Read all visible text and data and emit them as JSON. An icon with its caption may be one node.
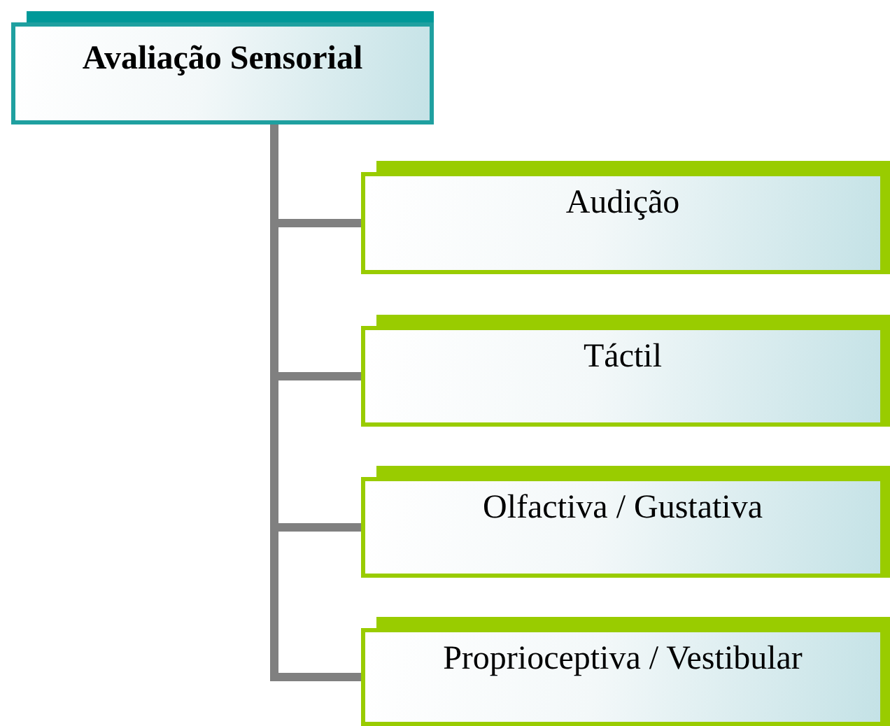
{
  "diagram": {
    "nodes": [
      {
        "text": [
          "Avaliação Sensorial"
        ]
      },
      {
        "text": [
          "Audição"
        ]
      },
      {
        "text": [
          "Táctil"
        ]
      },
      {
        "text": [
          "Olfactiva / Gustativa"
        ]
      },
      {
        "text": [
          "Proprioceptiva / Vestibular"
        ]
      }
    ],
    "edges": [
      {
        "from": 0,
        "to": 1,
        "arrow": "none"
      },
      {
        "from": 0,
        "to": 2,
        "arrow": "none"
      },
      {
        "from": 0,
        "to": 3,
        "arrow": "none"
      },
      {
        "from": 0,
        "to": 4,
        "arrow": "none"
      }
    ]
  }
}
